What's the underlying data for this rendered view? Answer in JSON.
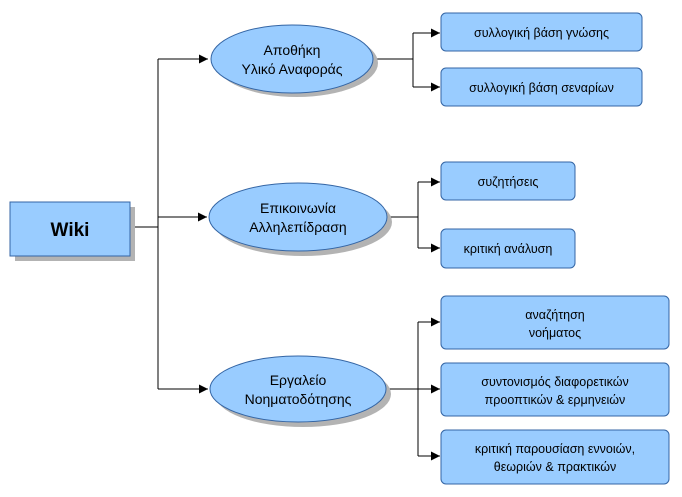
{
  "colors": {
    "node_fill": "#99ccff",
    "node_stroke": "#3465a4",
    "shadow": "#b3b3b3",
    "connector": "#000000",
    "text": "#000000"
  },
  "root": {
    "label": "Wiki"
  },
  "categories": [
    {
      "line1": "Αποθήκη",
      "line2": "Υλικό Αναφοράς"
    },
    {
      "line1": "Επικοινωνία",
      "line2": "Αλληλεπίδραση"
    },
    {
      "line1": "Εργαλείο",
      "line2": "Νοηματοδότησης"
    }
  ],
  "leaves": [
    {
      "line1": "συλλογική βάση γνώσης",
      "line2": ""
    },
    {
      "line1": "συλλογική βάση σεναρίων",
      "line2": ""
    },
    {
      "line1": "συζητήσεις",
      "line2": ""
    },
    {
      "line1": "κριτική ανάλυση",
      "line2": ""
    },
    {
      "line1": "αναζήτηση",
      "line2": "νοήματος"
    },
    {
      "line1": "συντονισμός διαφορετικών",
      "line2": "προοπτικών & ερμηνειών"
    },
    {
      "line1": "κριτική παρουσίαση εννοιών,",
      "line2": "θεωριών & πρακτικών"
    }
  ]
}
